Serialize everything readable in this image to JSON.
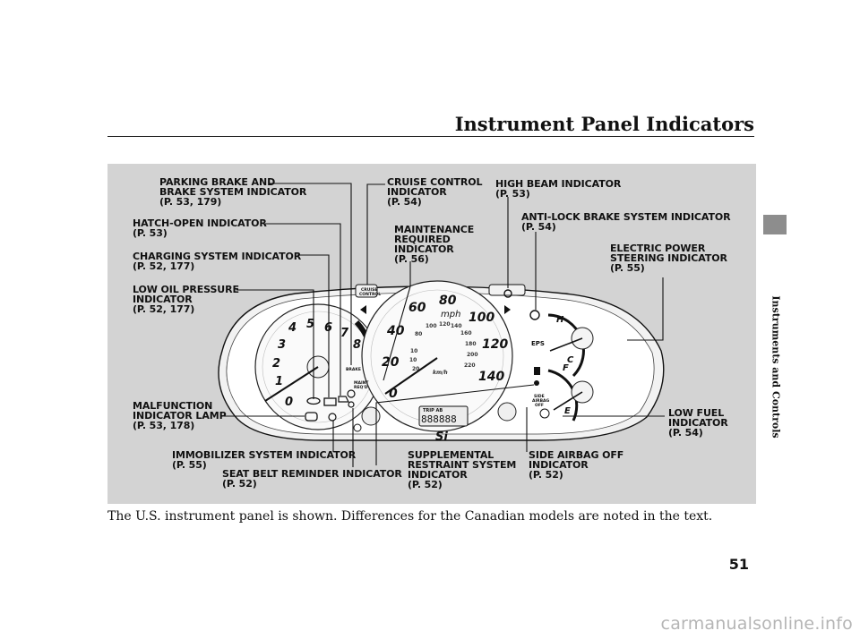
{
  "header": {
    "title": "Instrument Panel Indicators"
  },
  "side_tab": {
    "text": "Instruments and Controls"
  },
  "caption": "The U.S. instrument panel is shown. Differences for the Canadian models are noted in the text.",
  "page_number": "51",
  "watermark": "carmanualsonline.info",
  "callouts": {
    "parking_brake": {
      "l1": "PARKING BRAKE AND",
      "l2": "BRAKE SYSTEM INDICATOR",
      "l3": "(P. 53, 179)"
    },
    "hatch_open": {
      "l1": "HATCH-OPEN INDICATOR",
      "l2": "(P. 53)"
    },
    "charging": {
      "l1": "CHARGING SYSTEM INDICATOR",
      "l2": "(P. 52, 177)"
    },
    "low_oil": {
      "l1": "LOW OIL PRESSURE",
      "l2": "INDICATOR",
      "l3": "(P. 52, 177)"
    },
    "malfunction": {
      "l1": "MALFUNCTION",
      "l2": "INDICATOR LAMP",
      "l3": "(P. 53, 178)"
    },
    "immobilizer": {
      "l1": "IMMOBILIZER SYSTEM INDICATOR",
      "l2": "(P. 55)"
    },
    "seat_belt": {
      "l1": "SEAT BELT REMINDER INDICATOR",
      "l2": "(P. 52)"
    },
    "cruise": {
      "l1": "CRUISE CONTROL",
      "l2": "INDICATOR",
      "l3": "(P. 54)"
    },
    "maintenance": {
      "l1": "MAINTENANCE",
      "l2": "REQUIRED",
      "l3": "INDICATOR",
      "l4": "(P. 56)"
    },
    "srs": {
      "l1": "SUPPLEMENTAL",
      "l2": "RESTRAINT SYSTEM",
      "l3": "INDICATOR",
      "l4": "(P. 52)"
    },
    "high_beam": {
      "l1": "HIGH BEAM INDICATOR",
      "l2": "(P. 53)"
    },
    "abs": {
      "l1": "ANTI-LOCK BRAKE SYSTEM INDICATOR",
      "l2": "(P. 54)"
    },
    "eps": {
      "l1": "ELECTRIC POWER",
      "l2": "STEERING INDICATOR",
      "l3": "(P. 55)"
    },
    "low_fuel": {
      "l1": "LOW FUEL",
      "l2": "INDICATOR",
      "l3": "(P. 54)"
    },
    "side_airbag": {
      "l1": "SIDE AIRBAG OFF",
      "l2": "INDICATOR",
      "l3": "(P. 52)"
    }
  },
  "cluster": {
    "tach_numbers": [
      "0",
      "1",
      "2",
      "3",
      "4",
      "5",
      "6",
      "7",
      "8"
    ],
    "mph_numbers": [
      "0",
      "20",
      "40",
      "60",
      "80",
      "100",
      "120",
      "140"
    ],
    "mph_unit": "mph",
    "kmh_numbers": [
      "10",
      "10",
      "20",
      "80",
      "100",
      "120",
      "140",
      "160",
      "180",
      "200",
      "220"
    ],
    "kmh_unit": "km/h",
    "trip_label": "TRIP AB",
    "odometer": "888888",
    "badge": "Si",
    "brake_label": "BRAKE",
    "maint_label_1": "MAINT",
    "maint_label_2": "REQ'D",
    "cruise_label_1": "CRUISE",
    "cruise_label_2": "CONTROL",
    "eps_label": "EPS",
    "side_airbag_1": "SIDE",
    "side_airbag_2": "AIRBAG",
    "side_airbag_3": "OFF",
    "temp_h": "H",
    "temp_c": "C",
    "fuel_f": "F",
    "fuel_e": "E"
  }
}
